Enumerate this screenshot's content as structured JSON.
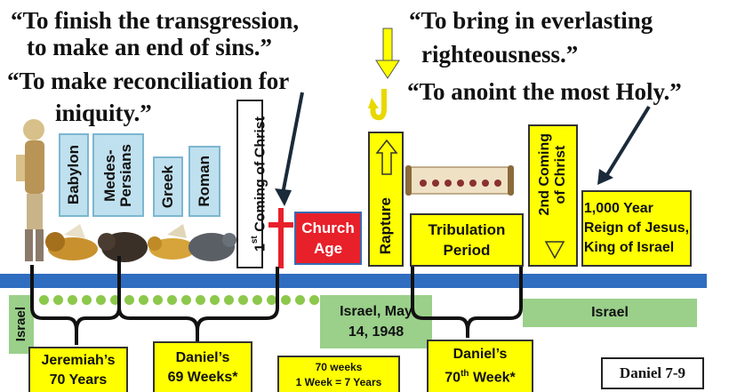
{
  "quotes": {
    "finish": "“To finish the transgression,",
    "end_sins": "to make an end of sins.”",
    "reconcile": "“To make reconciliation for",
    "iniquity": "iniquity.”",
    "righteousness1": "“To bring in everlasting",
    "righteousness2": "righteousness.”",
    "anoint": "“To anoint the most Holy.”"
  },
  "empires": [
    {
      "label": "Babylon"
    },
    {
      "label": "Medes-\nPersians"
    },
    {
      "label": "Greek"
    },
    {
      "label": "Roman"
    }
  ],
  "first_coming": {
    "prefix": "1",
    "sup": "st",
    "rest": " Coming of Christ"
  },
  "church_age": "Church\nAge",
  "rapture": "Rapture",
  "tribulation": "Tribulation\nPeriod",
  "second_coming": "2nd Coming\nof Christ",
  "reign": "1,000 Year\nReign of Jesus,\nKing of Israel",
  "israel_left": "Israel",
  "israel_1948": "Israel, May\n14, 1948",
  "israel_right": "Israel",
  "jeremiah": "Jeremiah’s\n70 Years",
  "daniel69": "Daniel’s\n69 Weeks*",
  "weeks_note": "70 weeks\n1 Week = 7 Years",
  "daniel70": {
    "line1": "Daniel’s",
    "prefix": "70",
    "sup": "th",
    "rest": " Week*"
  },
  "reference": "Daniel 7-9",
  "colors": {
    "timeline": "#2f6dc0",
    "yellow": "#ffff00",
    "church": "#e8202a",
    "cross": "#e8202a",
    "israel_green": "#9ad08a",
    "dots": "#8cc84b",
    "empire_blue": "#bfe0ee"
  },
  "icons": [
    "prophet-figure",
    "lion-icon",
    "bear-icon",
    "leopard-icon",
    "beast-icon",
    "cross-icon",
    "arrow-down-icon",
    "hook-arrow-icon",
    "scroll-icon",
    "up-arrow-icon",
    "down-arrow-icon"
  ]
}
